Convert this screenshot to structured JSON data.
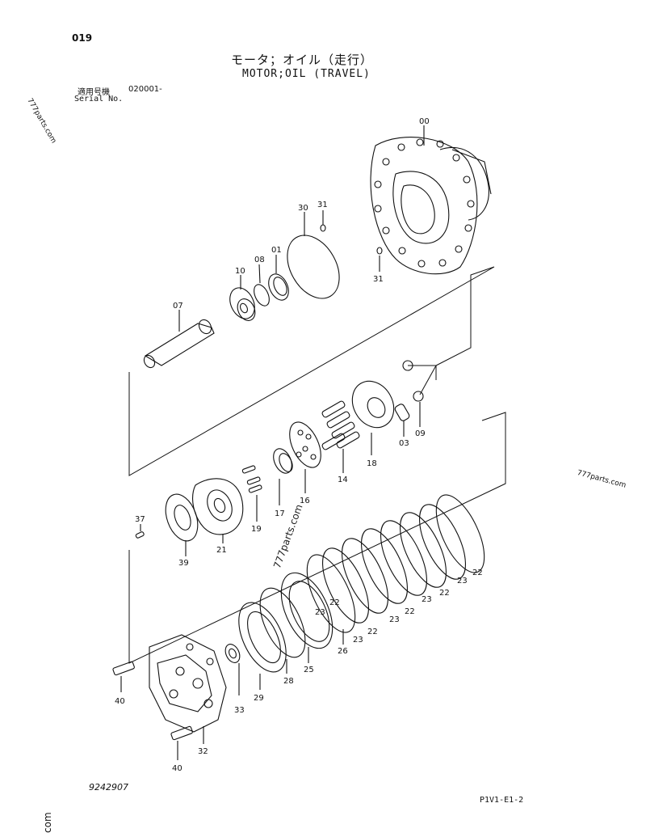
{
  "header": {
    "page_number": "019",
    "title_jp": "モータ；オイル（走行）",
    "title_en": "MOTOR;OIL (TRAVEL)",
    "serial_label_jp": "適用号機",
    "serial_code": "020001-",
    "serial_label_en": "Serial No."
  },
  "footer": {
    "drawing_number": "9242907",
    "figure_code": "P1V1-E1-2"
  },
  "watermarks": [
    "777parts.com",
    "777parts.com",
    "777parts.com",
    "com"
  ],
  "parts": [
    {
      "no": "00"
    },
    {
      "no": "31"
    },
    {
      "no": "30"
    },
    {
      "no": "31"
    },
    {
      "no": "01"
    },
    {
      "no": "08"
    },
    {
      "no": "10"
    },
    {
      "no": "07"
    },
    {
      "no": "03"
    },
    {
      "no": "09"
    },
    {
      "no": "18"
    },
    {
      "no": "14"
    },
    {
      "no": "16"
    },
    {
      "no": "17"
    },
    {
      "no": "19"
    },
    {
      "no": "21"
    },
    {
      "no": "37"
    },
    {
      "no": "39"
    },
    {
      "no": "22"
    },
    {
      "no": "23"
    },
    {
      "no": "22"
    },
    {
      "no": "23"
    },
    {
      "no": "22"
    },
    {
      "no": "23"
    },
    {
      "no": "22"
    },
    {
      "no": "23"
    },
    {
      "no": "22"
    },
    {
      "no": "23"
    },
    {
      "no": "26"
    },
    {
      "no": "25"
    },
    {
      "no": "28"
    },
    {
      "no": "29"
    },
    {
      "no": "33"
    },
    {
      "no": "40"
    },
    {
      "no": "32"
    },
    {
      "no": "40"
    }
  ]
}
